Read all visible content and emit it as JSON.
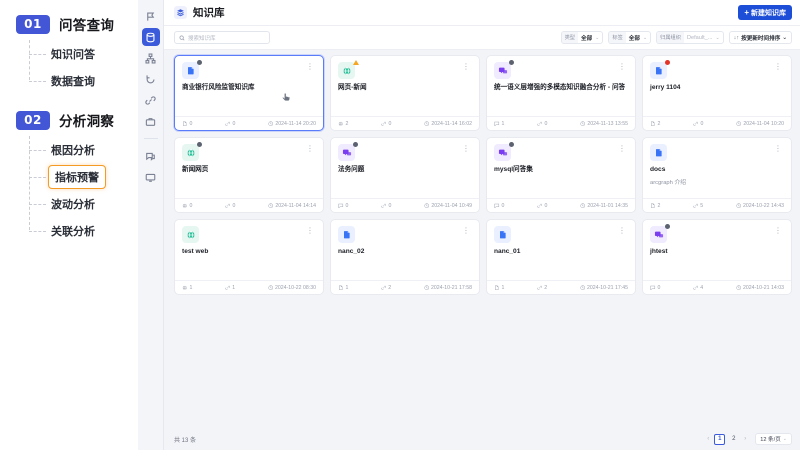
{
  "flow": {
    "groups": [
      {
        "number": "01",
        "title": "问答查询",
        "children": [
          {
            "label": "知识问答",
            "active": false
          },
          {
            "label": "数据查询",
            "active": false
          }
        ]
      },
      {
        "number": "02",
        "title": "分析洞察",
        "children": [
          {
            "label": "根因分析",
            "active": false
          },
          {
            "label": "指标预警",
            "active": true
          },
          {
            "label": "波动分析",
            "active": false
          },
          {
            "label": "关联分析",
            "active": false
          }
        ]
      }
    ]
  },
  "rail": {
    "items": [
      {
        "icon": "flag-icon",
        "active": false
      },
      {
        "icon": "database-icon",
        "active": true
      },
      {
        "icon": "sitemap-icon",
        "active": false
      },
      {
        "icon": "refresh-icon",
        "active": false
      },
      {
        "icon": "link-icon",
        "active": false
      },
      {
        "icon": "briefcase-icon",
        "active": false
      },
      {
        "icon": "chat-icon",
        "active": false
      },
      {
        "icon": "monitor-icon",
        "active": false
      }
    ]
  },
  "topbar": {
    "logo_icon": "knowledge-base-icon",
    "title": "知识库",
    "new_button": {
      "plus": "+",
      "label": "新建知识库"
    }
  },
  "filters": {
    "search": {
      "icon": "search-icon",
      "placeholder": "搜索知识库"
    },
    "type": {
      "key": "类型",
      "value": "全部",
      "caret": "⌄"
    },
    "tag": {
      "key": "标签",
      "value": "全部",
      "caret": "⌄"
    },
    "org": {
      "key": "归属组织",
      "value": "Default_...",
      "caret": "⌄"
    },
    "sort": {
      "icon": "↓↑",
      "label": "按更新时间排序",
      "caret": "⌄"
    }
  },
  "cards": [
    {
      "title": "商业银行风险监管知识库",
      "subtitle": "",
      "icon": "document-icon",
      "icon_style": "ci-doc",
      "badge": "bd-gray",
      "selected": true,
      "count_icon": "file-icon",
      "count": "0",
      "links_icon": "link-icon",
      "links": "0",
      "time": "2024-11-14 20:20"
    },
    {
      "title": "网页-新闻",
      "subtitle": "",
      "icon": "globe-icon",
      "icon_style": "ci-web",
      "badge": "bd-warn",
      "selected": false,
      "count_icon": "globe-icon",
      "count": "2",
      "links_icon": "link-icon",
      "links": "0",
      "time": "2024-11-14 16:02"
    },
    {
      "title": "统一语义层增强的多模态知识融合分析 - 问答",
      "subtitle": "",
      "icon": "qa-icon",
      "icon_style": "ci-qa",
      "badge": "bd-gray",
      "selected": false,
      "count_icon": "chat-icon",
      "count": "1",
      "links_icon": "link-icon",
      "links": "0",
      "time": "2024-11-13 13:55"
    },
    {
      "title": "jerry 1104",
      "subtitle": "",
      "icon": "document-icon",
      "icon_style": "ci-doc",
      "badge": "bd-red",
      "selected": false,
      "count_icon": "file-icon",
      "count": "2",
      "links_icon": "link-icon",
      "links": "0",
      "time": "2024-11-04 10:20"
    },
    {
      "title": "新闻网页",
      "subtitle": "",
      "icon": "globe-icon",
      "icon_style": "ci-web",
      "badge": "bd-gray",
      "selected": false,
      "count_icon": "globe-icon",
      "count": "0",
      "links_icon": "link-icon",
      "links": "0",
      "time": "2024-11-04 14:14"
    },
    {
      "title": "法务问题",
      "subtitle": "",
      "icon": "qa-icon",
      "icon_style": "ci-qa",
      "badge": "bd-gray",
      "selected": false,
      "count_icon": "chat-icon",
      "count": "0",
      "links_icon": "link-icon",
      "links": "0",
      "time": "2024-11-04 10:49"
    },
    {
      "title": "mysql问答集",
      "subtitle": "",
      "icon": "qa-icon",
      "icon_style": "ci-qa",
      "badge": "bd-gray",
      "selected": false,
      "count_icon": "chat-icon",
      "count": "0",
      "links_icon": "link-icon",
      "links": "0",
      "time": "2024-11-01 14:35"
    },
    {
      "title": "docs",
      "subtitle": "arcgraph 介绍",
      "icon": "document-icon",
      "icon_style": "ci-doc",
      "badge": "",
      "selected": false,
      "count_icon": "file-icon",
      "count": "2",
      "links_icon": "link-icon",
      "links": "5",
      "time": "2024-10-22 14:43"
    },
    {
      "title": "test web",
      "subtitle": "",
      "icon": "globe-icon",
      "icon_style": "ci-web",
      "badge": "",
      "selected": false,
      "count_icon": "globe-icon",
      "count": "1",
      "links_icon": "link-icon",
      "links": "1",
      "time": "2024-10-22 08:30"
    },
    {
      "title": "nanc_02",
      "subtitle": "",
      "icon": "document-icon",
      "icon_style": "ci-doc",
      "badge": "",
      "selected": false,
      "count_icon": "file-icon",
      "count": "1",
      "links_icon": "link-icon",
      "links": "2",
      "time": "2024-10-21 17:58"
    },
    {
      "title": "nanc_01",
      "subtitle": "",
      "icon": "document-icon",
      "icon_style": "ci-doc",
      "badge": "",
      "selected": false,
      "count_icon": "file-icon",
      "count": "1",
      "links_icon": "link-icon",
      "links": "2",
      "time": "2024-10-21 17:45"
    },
    {
      "title": "jhtest",
      "subtitle": "",
      "icon": "qa-icon",
      "icon_style": "ci-qa",
      "badge": "bd-gray",
      "selected": false,
      "count_icon": "chat-icon",
      "count": "0",
      "links_icon": "link-icon",
      "links": "4",
      "time": "2024-10-21 14:03"
    }
  ],
  "pagination": {
    "total_text": "共 13 条",
    "prev": "‹",
    "next": "›",
    "pages": [
      {
        "label": "1",
        "current": true
      },
      {
        "label": "2",
        "current": false
      }
    ],
    "page_size": "12 条/页",
    "caret": "⌄"
  }
}
